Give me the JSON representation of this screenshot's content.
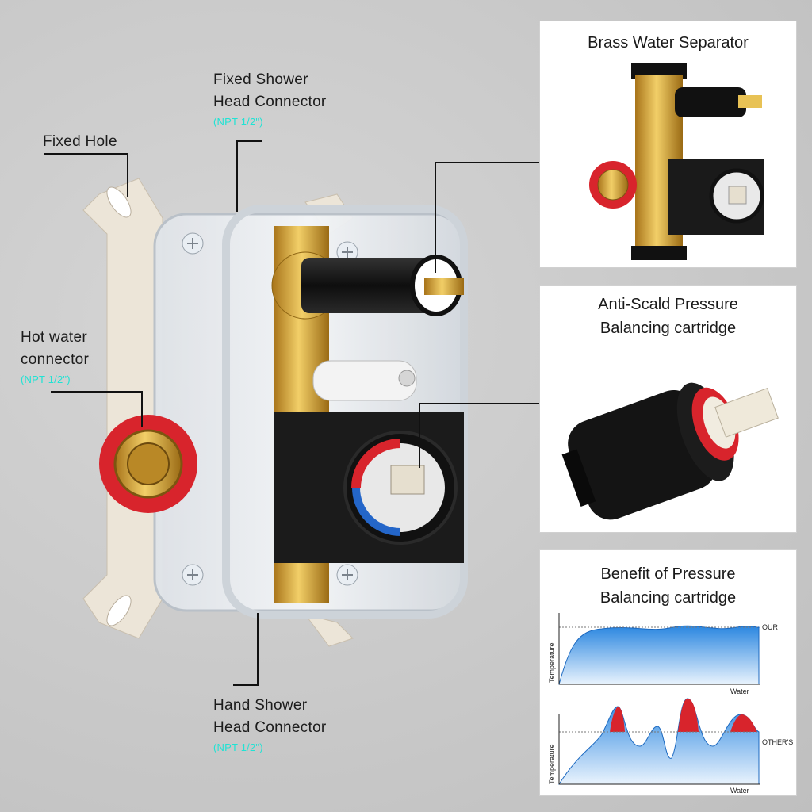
{
  "callouts": {
    "fixed_shower": {
      "line1": "Fixed Shower",
      "line2": "Head Connector",
      "spec": "(NPT 1/2\")"
    },
    "fixed_hole": {
      "label": "Fixed Hole"
    },
    "hot_water": {
      "line1": "Hot water",
      "line2": "connector",
      "spec": "(NPT 1/2\")"
    },
    "hand_shower": {
      "line1": "Hand Shower",
      "line2": "Head Connector",
      "spec": "(NPT 1/2\")"
    }
  },
  "panels": {
    "brass": {
      "title": "Brass Water Separator"
    },
    "cartridge": {
      "title_line1": "Anti-Scald Pressure",
      "title_line2": "Balancing cartridge"
    },
    "benefit": {
      "title_line1": "Benefit of Pressure",
      "title_line2": "Balancing cartridge",
      "top_chart": {
        "series_label": "OUR",
        "ylabel": "Temperature",
        "xlabel": "Water"
      },
      "bottom_chart": {
        "series_label": "OTHER'S",
        "ylabel": "Temperature",
        "xlabel": "Water"
      }
    }
  },
  "colors": {
    "accent": "#1fe3d4",
    "brass": "#d7a431",
    "red_ring": "#d8242c",
    "chart_blue": "#2a86e0"
  }
}
